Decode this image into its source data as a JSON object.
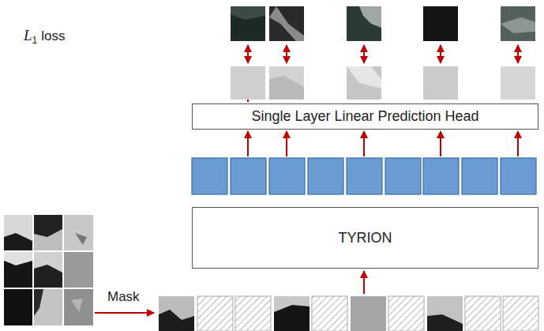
{
  "diagram": {
    "nodes": [
      {
        "text": [
          "Single Layer Linear Prediction Head"
        ]
      },
      {
        "text": [
          "TYRION"
        ]
      }
    ],
    "labels": [
      "L",
      "1",
      "loss",
      "Mask"
    ]
  }
}
